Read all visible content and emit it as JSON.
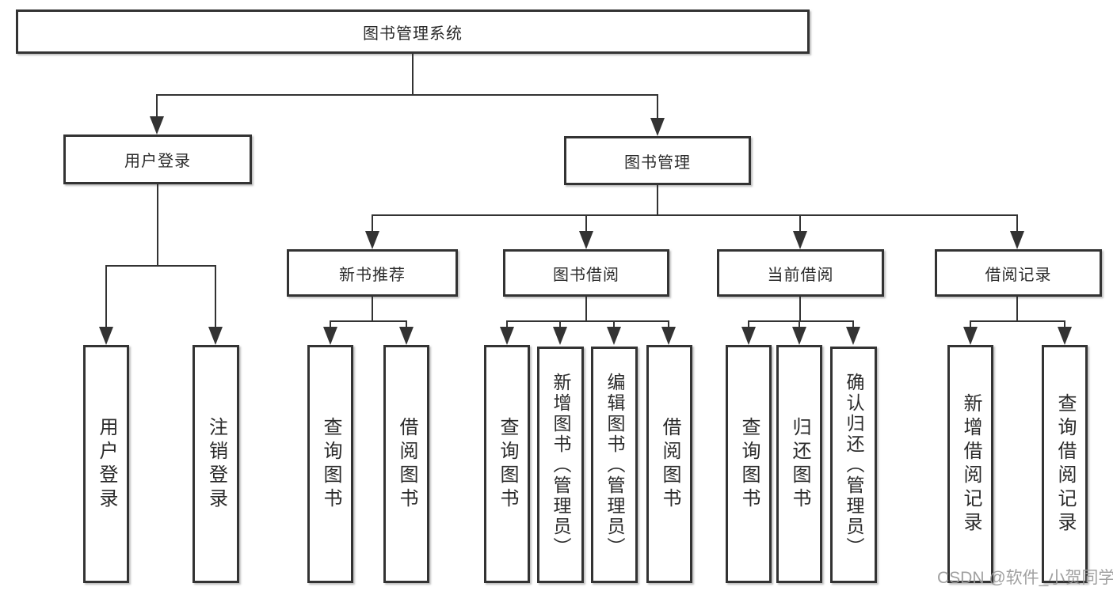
{
  "tree": {
    "root": {
      "label": "图书管理系统",
      "children": [
        {
          "label": "用户登录",
          "children": [
            {
              "label": "用户登录"
            },
            {
              "label": "注销登录"
            }
          ]
        },
        {
          "label": "图书管理",
          "children": [
            {
              "label": "新书推荐",
              "children": [
                {
                  "label": "查询图书"
                },
                {
                  "label": "借阅图书"
                }
              ]
            },
            {
              "label": "图书借阅",
              "children": [
                {
                  "label": "查询图书"
                },
                {
                  "label": "新增图书（管理员）"
                },
                {
                  "label": "编辑图书（管理员）"
                },
                {
                  "label": "借阅图书"
                }
              ]
            },
            {
              "label": "当前借阅",
              "children": [
                {
                  "label": "查询图书"
                },
                {
                  "label": "归还图书"
                },
                {
                  "label": "确认归还（管理员）"
                }
              ]
            },
            {
              "label": "借阅记录",
              "children": [
                {
                  "label": "新增借阅记录"
                },
                {
                  "label": "查询借阅记录"
                }
              ]
            }
          ]
        }
      ]
    }
  },
  "watermark": "CSDN @软件_小贺同学",
  "colors": {
    "line": "#333333",
    "text": "#2b2b2b",
    "watermark": "#9b9b9b",
    "background": "#ffffff"
  }
}
